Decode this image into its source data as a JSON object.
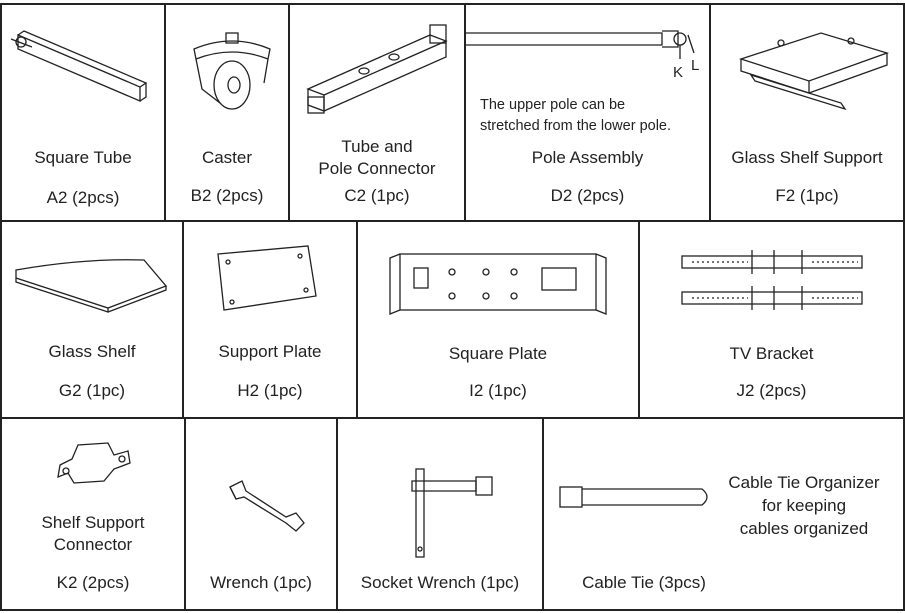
{
  "parts": {
    "a2": {
      "name": "Square Tube",
      "qty": "A2 (2pcs)"
    },
    "b2": {
      "name": "Caster",
      "qty": "B2 (2pcs)"
    },
    "c2": {
      "name_line1": "Tube and",
      "name_line2": "Pole Connector",
      "qty": "C2 (1pc)"
    },
    "d2": {
      "note_line1": "The upper pole can be",
      "note_line2": "stretched from the lower pole.",
      "name": "Pole Assembly",
      "qty": "D2 (2pcs)",
      "label_k": "K",
      "label_l": "L"
    },
    "f2": {
      "name": "Glass Shelf Support",
      "qty": "F2 (1pc)"
    },
    "g2": {
      "name": "Glass Shelf",
      "qty": "G2 (1pc)"
    },
    "h2": {
      "name": "Support Plate",
      "qty": "H2 (1pc)"
    },
    "i2": {
      "name": "Square Plate",
      "qty": "I2 (1pc)"
    },
    "j2": {
      "name": "TV Bracket",
      "qty": "J2 (2pcs)"
    },
    "k2": {
      "name_line1": "Shelf Support",
      "name_line2": "Connector",
      "qty": "K2 (2pcs)"
    },
    "wrench": {
      "name": "Wrench (1pc)"
    },
    "socket": {
      "name": "Socket Wrench (1pc)"
    },
    "cabletie": {
      "name": "Cable Tie (3pcs)",
      "note_line1": "Cable Tie Organizer",
      "note_line2": "for keeping",
      "note_line3": "cables organized"
    }
  }
}
